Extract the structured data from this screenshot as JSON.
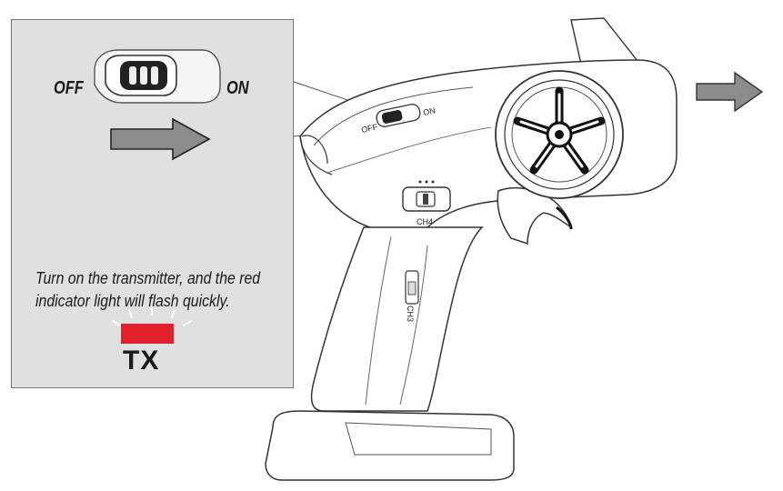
{
  "callout": {
    "switch_off_label": "OFF",
    "switch_on_label": "ON",
    "instruction": "Turn on the transmitter, and the red indicator light will flash quickly.",
    "indicator_label": "TX",
    "indicator_color": "#e0202a"
  },
  "transmitter": {
    "switch_off_label": "OFF",
    "switch_on_label": "ON",
    "ch4_label": "CH4",
    "ch3_label": "CH3"
  },
  "colors": {
    "panel_bg": "#e0e0e0",
    "outline": "#333333",
    "arrow_fill": "#8c8c8c"
  }
}
